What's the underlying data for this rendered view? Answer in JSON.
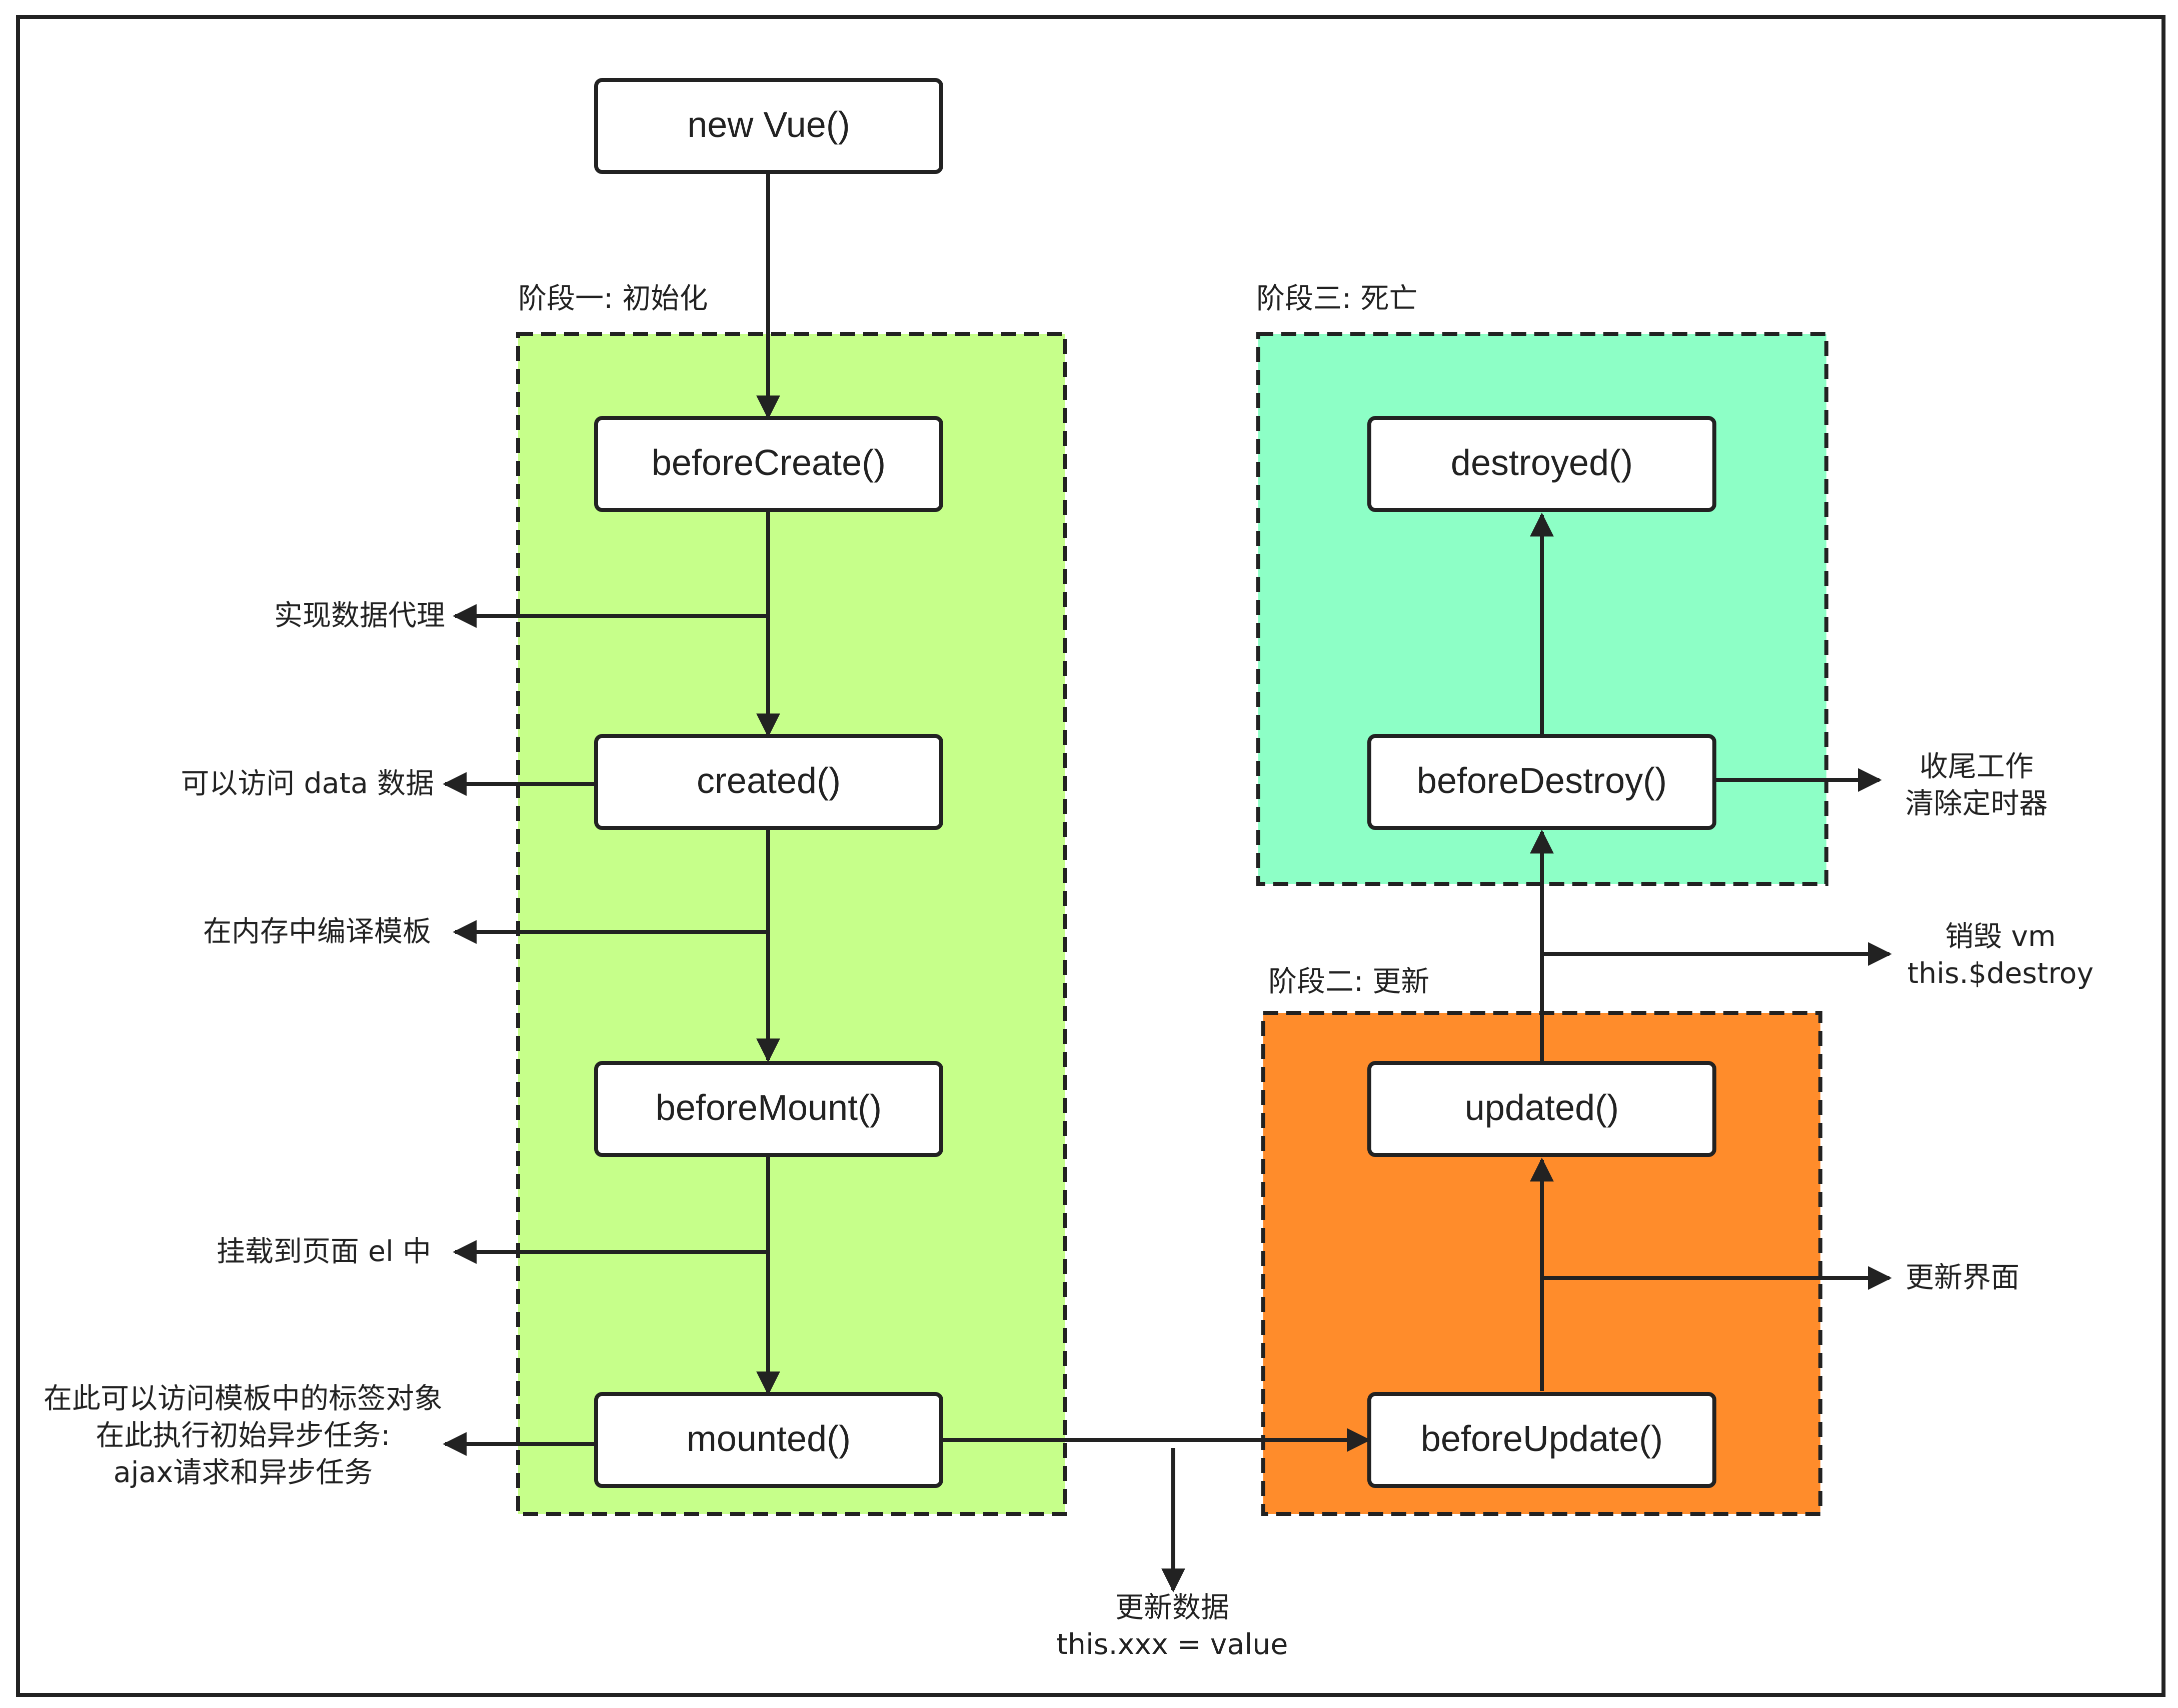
{
  "colors": {
    "stage1_fill": "#C6FF8A",
    "stage2_fill": "#FF8C2B",
    "stage3_fill": "#8DFFC6",
    "stroke": "#222222",
    "node_fill": "#FFFFFF"
  },
  "regions": {
    "stage1": {
      "label": "阶段一: 初始化"
    },
    "stage2": {
      "label": "阶段二: 更新"
    },
    "stage3": {
      "label": "阶段三: 死亡"
    }
  },
  "nodes": {
    "new_vue": "new Vue()",
    "before_create": "beforeCreate()",
    "created": "created()",
    "before_mount": "beforeMount()",
    "mounted": "mounted()",
    "before_update": "beforeUpdate()",
    "updated": "updated()",
    "before_destroy": "beforeDestroy()",
    "destroyed": "destroyed()"
  },
  "annotations": {
    "data_proxy": "实现数据代理",
    "access_data": "可以访问 data 数据",
    "compile_template": "在内存中编译模板",
    "mount_el": "挂载到页面 el 中",
    "mounted_note": {
      "line1": "在此可以访问模板中的标签对象",
      "line2": "在此执行初始异步任务:",
      "line3": "ajax请求和异步任务"
    },
    "update_data": {
      "line1": "更新数据",
      "line2": "this.xxx = value"
    },
    "update_view": "更新界面",
    "destroy_vm": {
      "line1": "销毁 vm",
      "line2": "this.$destroy"
    },
    "cleanup": {
      "line1": "收尾工作",
      "line2": "清除定时器"
    }
  }
}
